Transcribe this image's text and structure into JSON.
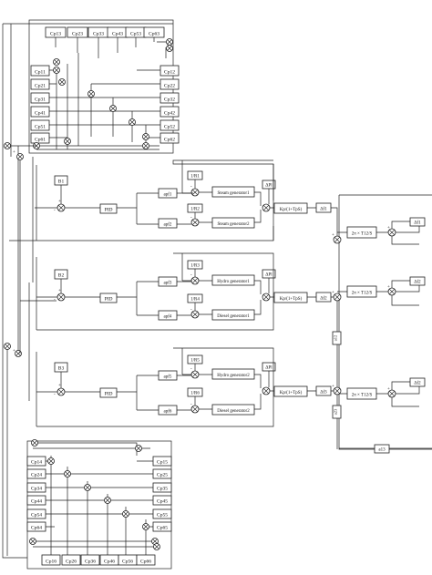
{
  "top_block": {
    "top_row": [
      "Cp13",
      "Cp23",
      "Cp33",
      "Cp43",
      "Cp53",
      "Cp63"
    ],
    "left_col": [
      "Cp11",
      "Cp21",
      "Cp31",
      "Cp41",
      "Cp51",
      "Cp61"
    ],
    "right_col": [
      "Cp12",
      "Cp22",
      "Cp32",
      "Cp42",
      "Cp52",
      "Cp62"
    ]
  },
  "bottom_block": {
    "left_col": [
      "Cp14",
      "Cp24",
      "Cp34",
      "Cp44",
      "Cp54",
      "Cp64"
    ],
    "right_col": [
      "Cp15",
      "Cp25",
      "Cp35",
      "Cp45",
      "Cp55",
      "Cp65"
    ],
    "bottom_row": [
      "Cp16",
      "Cp26",
      "Cp36",
      "Cp46",
      "Cp56",
      "Cp66"
    ]
  },
  "areas": [
    {
      "bias": "B1",
      "controller": "PID",
      "droops": [
        "1/R1",
        "1/R2"
      ],
      "apfs": [
        "apf1",
        "apf2"
      ],
      "generators": [
        "Steam generator1",
        "Steam generator2"
      ],
      "delta_pl": "ΔPl",
      "power_system": "Kp/(1+TpS)",
      "delta_f": "Δf1"
    },
    {
      "bias": "B2",
      "controller": "PID",
      "droops": [
        "1/R3",
        "1/R4"
      ],
      "apfs": [
        "apf3",
        "apf4"
      ],
      "generators": [
        "Hydro generator1",
        "Diesel generator1"
      ],
      "delta_pl": "ΔPl",
      "power_system": "Kp/(1+TpS)",
      "delta_f": "Δf2"
    },
    {
      "bias": "B3",
      "controller": "PID",
      "droops": [
        "1/R5",
        "1/R6"
      ],
      "apfs": [
        "apf5",
        "apf6"
      ],
      "generators": [
        "Hydro generator2",
        "Diesel generator2"
      ],
      "delta_pl": "ΔPl",
      "power_system": "Kp/(1+TpS)",
      "delta_f": "Δf3"
    }
  ],
  "tie_lines": {
    "blocks": [
      "2π × T12/S",
      "2π × T12/S",
      "2π × T12/S"
    ],
    "inputs": [
      "Δf1",
      "Δf2",
      "Δf2"
    ],
    "a12": "a12",
    "a23": "a23",
    "a13": "a13"
  },
  "signs": {
    "plus": "+",
    "minus": "-"
  }
}
